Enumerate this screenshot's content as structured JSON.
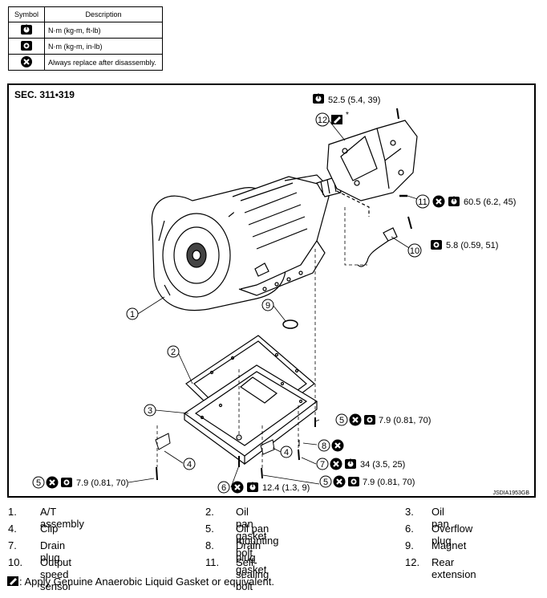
{
  "symbol_table": {
    "header_symbol": "Symbol",
    "header_description": "Description",
    "rows": [
      {
        "icon": "torque-wrench-icon",
        "description": "N·m (kg-m, ft-lb)"
      },
      {
        "icon": "torque-wrench-small-icon",
        "description": "N·m (kg-m, in-lb)"
      },
      {
        "icon": "replace-x-icon",
        "description": "Always replace after disassembly."
      }
    ]
  },
  "diagram": {
    "section": "SEC. 311•319",
    "image_code": "JSDIA1953GB",
    "asterisk": "*",
    "callouts": {
      "c1": "1",
      "c2": "2",
      "c3": "3",
      "c4a": "4",
      "c4b": "4",
      "c5a": "5",
      "c5b": "5",
      "c5c": "5",
      "c6": "6",
      "c7": "7",
      "c8": "8",
      "c9": "9",
      "c10": "10",
      "c11": "11",
      "c12": "12"
    },
    "torques": {
      "t12": "52.5 (5.4, 39)",
      "t11": "60.5 (6.2, 45)",
      "t10": "5.8 (0.59, 51)",
      "t5a": "7.9 (0.81, 70)",
      "t7": "34 (3.5, 25)",
      "t5b": "7.9 (0.81, 70)",
      "t6": "12.4 (1.3, 9)",
      "t5c": "7.9 (0.81, 70)"
    }
  },
  "legend": [
    {
      "num": "1.",
      "label": "A/T assembly"
    },
    {
      "num": "2.",
      "label": "Oil pan gasket"
    },
    {
      "num": "3.",
      "label": "Oil pan"
    },
    {
      "num": "4.",
      "label": "Clip"
    },
    {
      "num": "5.",
      "label": "Oil pan mounting bolt"
    },
    {
      "num": "6.",
      "label": "Overflow plug"
    },
    {
      "num": "7.",
      "label": "Drain plug"
    },
    {
      "num": "8.",
      "label": "Drain plug gasket"
    },
    {
      "num": "9.",
      "label": "Magnet"
    },
    {
      "num": "10.",
      "label": "Output speed sensor"
    },
    {
      "num": "11.",
      "label": "Self-sealing bolt"
    },
    {
      "num": "12.",
      "label": "Rear extension"
    }
  ],
  "footnote": ": Apply Genuine Anaerobic Liquid Gasket or equivalent."
}
